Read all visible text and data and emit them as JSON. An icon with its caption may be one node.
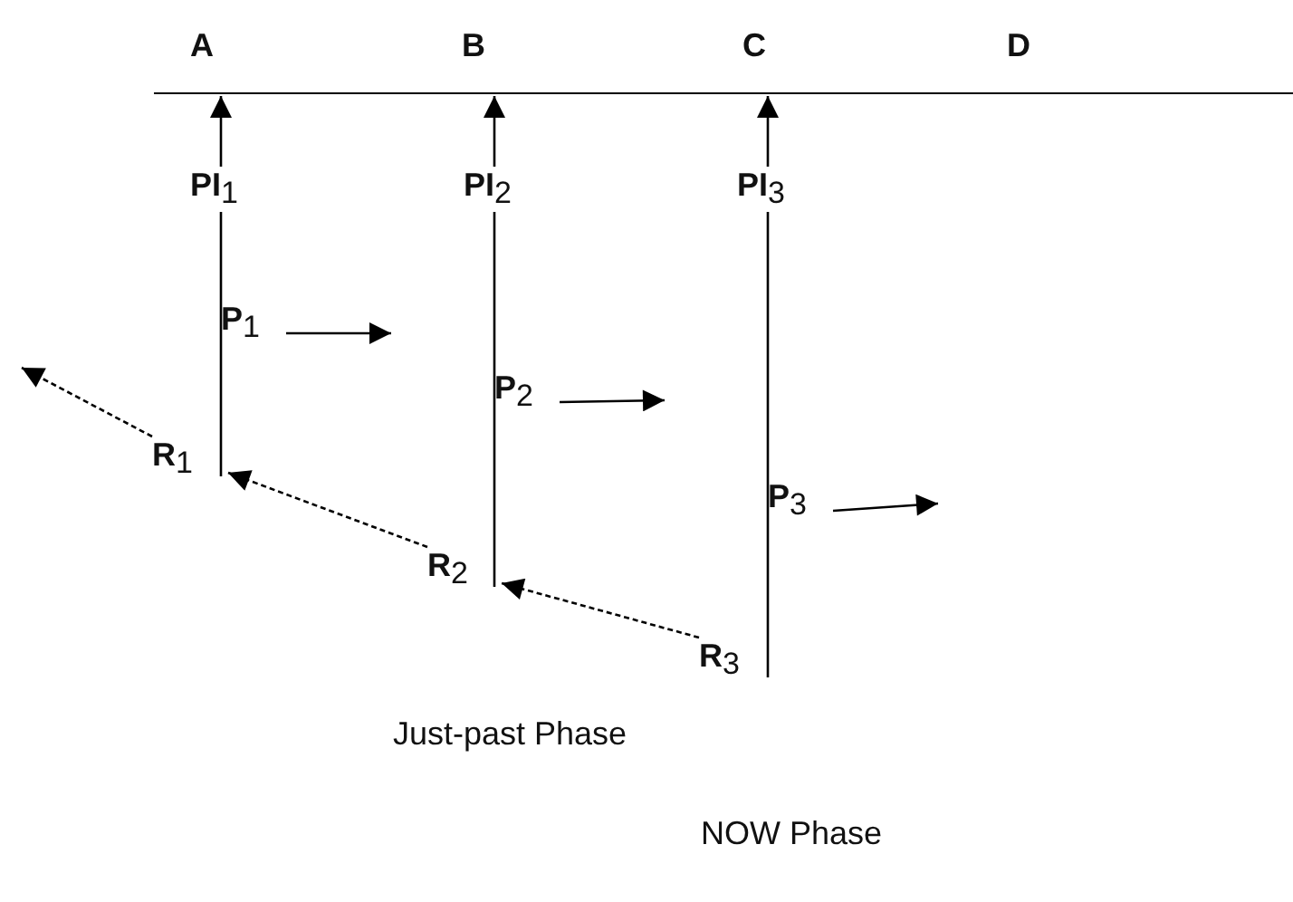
{
  "diagram": {
    "nodes": [
      {
        "text": [],
        "shape": "bar"
      },
      {
        "text": [
          "P$_{1}$"
        ]
      },
      {
        "text": [
          "R$_{1}$"
        ]
      },
      {
        "text": [
          "P$_{2}$"
        ]
      },
      {
        "text": [
          "R$_{2}$"
        ]
      },
      {
        "text": [
          "P$_{3}$"
        ]
      },
      {
        "text": [
          "R$_{3}$"
        ]
      }
    ],
    "edges": [
      {
        "from": 2,
        "to": 0,
        "arrow": "to",
        "label": "PI$_{1}$"
      },
      {
        "from": 4,
        "to": 0,
        "arrow": "to",
        "label": "PI$_{2}$"
      },
      {
        "from": 6,
        "to": 0,
        "arrow": "to",
        "label": "PI$_{3}$"
      },
      {
        "from": 1,
        "to": null,
        "arrow": "to"
      },
      {
        "from": 3,
        "to": null,
        "arrow": "to"
      },
      {
        "from": 5,
        "to": null,
        "arrow": "to"
      },
      {
        "from": 2,
        "to": null,
        "arrow": "to",
        "style": "dashed"
      },
      {
        "from": 4,
        "to": 2,
        "arrow": "to",
        "style": "dashed"
      },
      {
        "from": 6,
        "to": 4,
        "arrow": "to",
        "style": "dashed"
      }
    ],
    "labels": [
      "A",
      "B",
      "C",
      "D",
      "Just-past Phase",
      "NOW Phase"
    ]
  }
}
